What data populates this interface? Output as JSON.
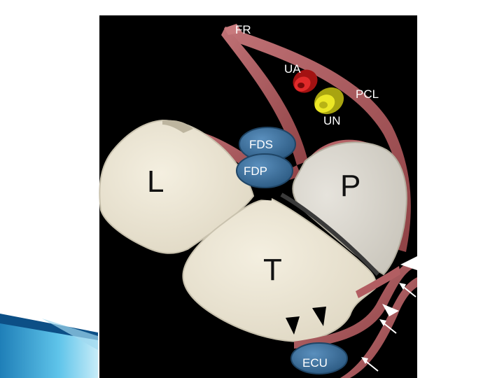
{
  "figure": {
    "labels": {
      "fr": "FR",
      "ua": "UA",
      "pcl": "PCL",
      "un": "UN",
      "fds": "FDS",
      "fdp": "FDP",
      "l": "L",
      "p": "P",
      "t": "T",
      "ecu": "ECU"
    }
  },
  "colors": {
    "background": "#000000",
    "bone": "#ede7d6",
    "bone_shadow": "#c9c2ae",
    "ligament": "#a65356",
    "ligament_light": "#c8787a",
    "tendon_blue": "#3a6e9a",
    "artery_red": "#d91f1f",
    "nerve_yellow": "#e6e21a",
    "slide_accent": "#2aa6d8"
  }
}
